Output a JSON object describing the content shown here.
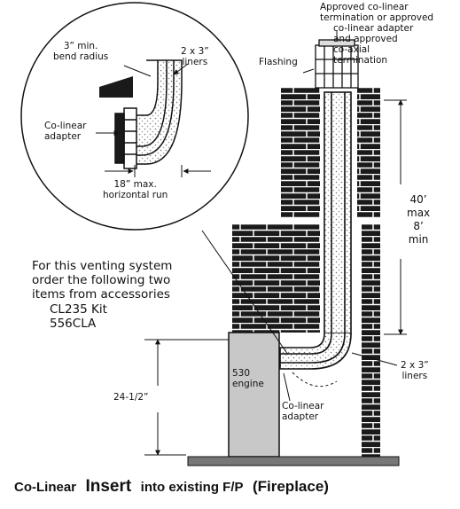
{
  "labels": {
    "termination": [
      "Approved co-linear",
      "termination or approved",
      "co-linear adapter",
      "and approved",
      "co-axial",
      "termination"
    ],
    "flashing": "Flashing",
    "bend_radius": [
      "3” min.",
      "bend radius"
    ],
    "liners_top": [
      "2 x 3”",
      "liners"
    ],
    "adapter_top": [
      "Co-linear",
      "adapter"
    ],
    "horizontal_run": [
      "18” max.",
      "horizontal run"
    ],
    "height_range": [
      "40’",
      "max",
      "8’",
      "min"
    ],
    "liners_right": [
      "2 x 3”",
      "liners"
    ],
    "engine": [
      "530",
      "engine"
    ],
    "adapter_bottom": [
      "Co-linear",
      "adapter"
    ],
    "hearth_height": "24-1/2”"
  },
  "note": [
    "For this venting system",
    "order the following two",
    "items from accessories",
    "CL235 Kit",
    "556CLA"
  ],
  "caption": {
    "part1": "Co-Linear",
    "part2": "Insert",
    "part3": "into existing F/P",
    "part4": "(Fireplace)"
  },
  "colors": {
    "ink": "#111111",
    "engine_fill": "#c8c8c8",
    "brick": "#1a1a1a",
    "mortar": "#ffffff"
  }
}
